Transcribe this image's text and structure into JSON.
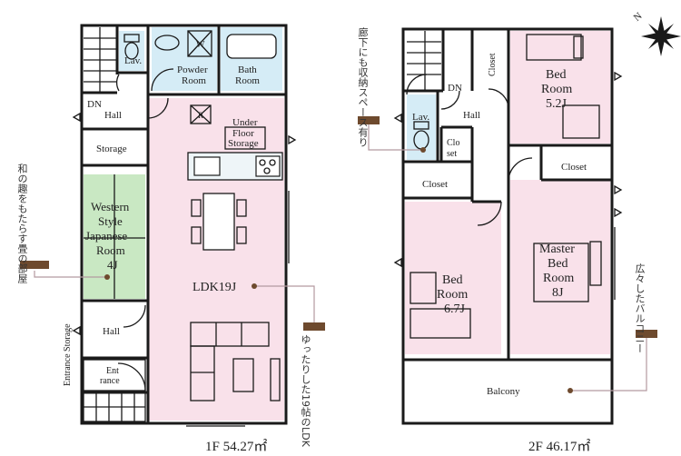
{
  "floor1": {
    "area": "1F 54.27㎡",
    "rooms": {
      "lav": "Lav.",
      "w": "W",
      "powder": [
        "Powder",
        "Room"
      ],
      "bath": [
        "Bath",
        "Room"
      ],
      "dn_hall": [
        "DN",
        "Hall"
      ],
      "r": "R",
      "under_floor": [
        "Under",
        "Floor",
        "Storage"
      ],
      "storage": "Storage",
      "japanese": [
        "Western",
        "Style",
        "Japanese",
        "Room",
        "4J"
      ],
      "ldk": "LDK19J",
      "hall": "Hall",
      "entrance": [
        "Ent",
        "rance"
      ],
      "entrance_storage": "Entrance Storage"
    },
    "notes": {
      "japanese": "和の趣をもたらす畳の部屋",
      "ldk": "ゆったりした19帖のLDK"
    }
  },
  "floor2": {
    "area": "2F 46.17㎡",
    "rooms": {
      "closet_top": "Closet",
      "dn": "DN",
      "lav": "Lav.",
      "hall": "Hall",
      "closet_small": [
        "Clo",
        "set"
      ],
      "bed1": [
        "Bed",
        "Room",
        "5.2J"
      ],
      "closet_left": "Closet",
      "closet_right": "Closet",
      "bed2": [
        "Bed",
        "Room",
        "6.7J"
      ],
      "master": [
        "Master",
        "Bed",
        "Room",
        "8J"
      ],
      "balcony": "Balcony"
    },
    "notes": {
      "hall_storage": "廊下にも収納スペース有り",
      "balcony": "広々したバルコニー"
    }
  },
  "compass": {
    "label": "N"
  },
  "colors": {
    "pink": "#f9e1ea",
    "blue": "#d5ecf6",
    "green": "#c9e8c3",
    "note_box": "#6e4a2e",
    "leader": "#b39aa0"
  }
}
